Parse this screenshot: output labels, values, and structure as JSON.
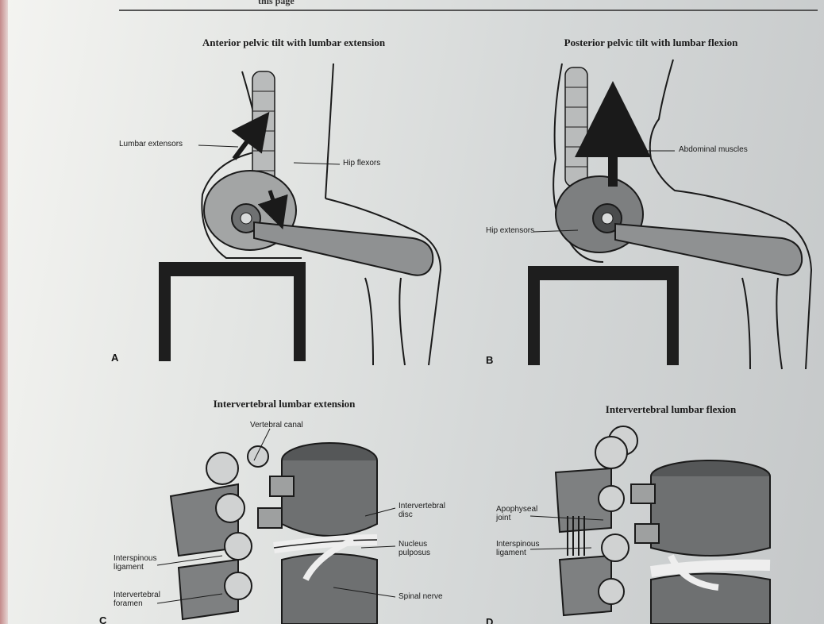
{
  "header_fragment": "this page",
  "figure_top": {
    "left": {
      "caption": "Anterior pelvic tilt with lumbar extension",
      "labels": {
        "lumbar_extensors": "Lumbar extensors",
        "hip_flexors": "Hip flexors"
      },
      "panel_letter": "A"
    },
    "right": {
      "caption": "Posterior pelvic tilt with lumbar flexion",
      "labels": {
        "abdominal_muscles": "Abdominal muscles",
        "hip_extensors": "Hip extensors"
      },
      "panel_letter": "B"
    }
  },
  "figure_bottom": {
    "left": {
      "caption": "Intervertebral lumbar extension",
      "labels": {
        "vertebral_canal": "Vertebral canal",
        "intervertebral_disc": "Intervertebral disc",
        "nucleus_pulposus": "Nucleus pulposus",
        "interspinous_ligament": "Interspinous ligament",
        "intervertebral_foramen": "Intervertebral foramen",
        "spinal_nerve": "Spinal nerve"
      },
      "panel_letter": "C"
    },
    "right": {
      "caption": "Intervertebral lumbar flexion",
      "labels": {
        "apophyseal_joint": "Apophyseal joint",
        "interspinous_ligament": "Interspinous ligament"
      },
      "panel_letter": "D"
    }
  },
  "colors": {
    "ink": "#1a1a1a",
    "stool": "#1e1e1e",
    "bone_fill": "#9a9c9c",
    "tissue_fill": "#7d7f80"
  }
}
